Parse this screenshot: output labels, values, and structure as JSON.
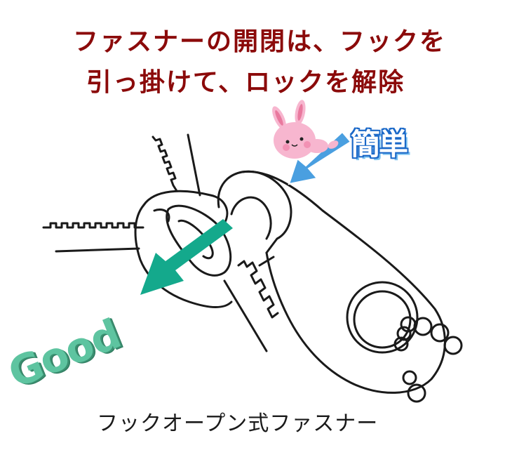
{
  "headline": {
    "line1": "ファスナーの開閉は、フックを",
    "line2": "引っ掛けて、ロックを解除"
  },
  "badges": {
    "easy": "簡単",
    "good": "Good"
  },
  "caption": "フックオープン式ファスナー",
  "colors": {
    "headline": "#8b0a0a",
    "teal_arrow": "#14a98c",
    "blue_arrow": "#4a9fe0",
    "easy_outline": "#1a68c8",
    "good_text": "#5ec4a0",
    "rabbit_pink": "#f7b6cf"
  },
  "icons": [
    "rabbit-mascot-icon",
    "blue-arrow-icon",
    "teal-arrow-icon",
    "zipper-slider-illustration"
  ]
}
